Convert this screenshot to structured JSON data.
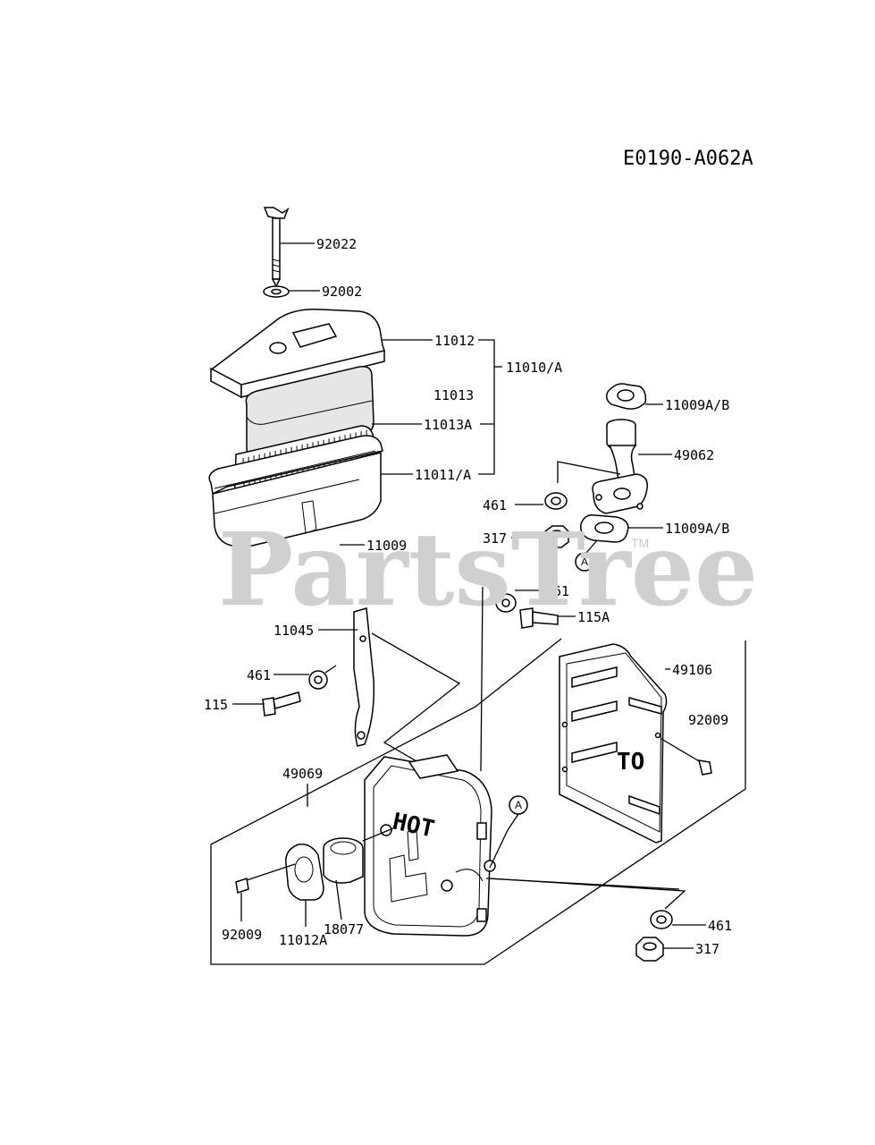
{
  "diagram_code": "E0190-A062A",
  "watermark": {
    "text": "PartsTree",
    "trademark": "TM"
  },
  "callout_letter": "A",
  "labels": {
    "l92022": "92022",
    "l92002": "92002",
    "l11012": "11012",
    "l11010A": "11010/A",
    "l11013": "11013",
    "l11013A": "11013A",
    "l11011A": "11011/A",
    "l11009": "11009",
    "l11009AB_top": "11009A/B",
    "l49062": "49062",
    "l11009AB_bottom": "11009A/B",
    "l461_a": "461",
    "l317_a": "317",
    "l461_b": "461",
    "l115A": "115A",
    "l11045": "11045",
    "l461_c": "461",
    "l115": "115",
    "l49106": "49106",
    "l92009_right": "92009",
    "l49069": "49069",
    "l92009_left": "92009",
    "l11012A": "11012A",
    "l18077": "18077",
    "l461_d": "461",
    "l317_b": "317"
  },
  "embossed": {
    "muffler": "HOT",
    "cover": "TO"
  }
}
